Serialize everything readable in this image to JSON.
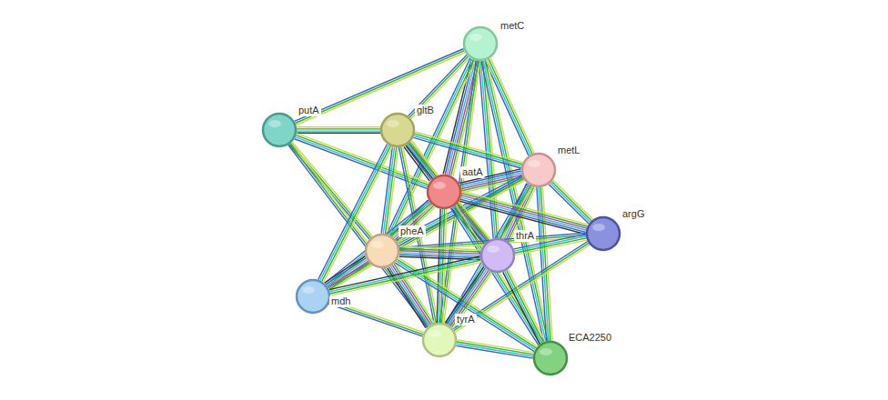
{
  "diagram": {
    "nodes": [
      {
        "text": [
          "metC"
        ]
      },
      {
        "text": [
          "putA"
        ]
      },
      {
        "text": [
          "gltB"
        ]
      },
      {
        "text": [
          "metL"
        ]
      },
      {
        "text": [
          "aatA"
        ]
      },
      {
        "text": [
          "argG"
        ]
      },
      {
        "text": [
          "pheA"
        ]
      },
      {
        "text": [
          "thrA"
        ]
      },
      {
        "text": [
          "mdh"
        ]
      },
      {
        "text": [
          "tyrA"
        ]
      },
      {
        "text": [
          "ECA2250"
        ]
      }
    ],
    "edges": [
      {
        "from": 0,
        "to": 1,
        "arrow": "none"
      },
      {
        "from": 0,
        "to": 2,
        "arrow": "none"
      },
      {
        "from": 0,
        "to": 3,
        "arrow": "none"
      },
      {
        "from": 0,
        "to": 4,
        "arrow": "none"
      },
      {
        "from": 0,
        "to": 6,
        "arrow": "none"
      },
      {
        "from": 0,
        "to": 7,
        "arrow": "none"
      },
      {
        "from": 0,
        "to": 9,
        "arrow": "none"
      },
      {
        "from": 0,
        "to": 10,
        "arrow": "none"
      },
      {
        "from": 1,
        "to": 2,
        "arrow": "none"
      },
      {
        "from": 1,
        "to": 4,
        "arrow": "none"
      },
      {
        "from": 1,
        "to": 6,
        "arrow": "none"
      },
      {
        "from": 1,
        "to": 9,
        "arrow": "none"
      },
      {
        "from": 2,
        "to": 4,
        "arrow": "none"
      },
      {
        "from": 2,
        "to": 3,
        "arrow": "none"
      },
      {
        "from": 2,
        "to": 6,
        "arrow": "none"
      },
      {
        "from": 2,
        "to": 7,
        "arrow": "none"
      },
      {
        "from": 2,
        "to": 8,
        "arrow": "none"
      },
      {
        "from": 2,
        "to": 9,
        "arrow": "none"
      },
      {
        "from": 3,
        "to": 4,
        "arrow": "none"
      },
      {
        "from": 3,
        "to": 5,
        "arrow": "none"
      },
      {
        "from": 3,
        "to": 6,
        "arrow": "none"
      },
      {
        "from": 3,
        "to": 7,
        "arrow": "none"
      },
      {
        "from": 3,
        "to": 8,
        "arrow": "none"
      },
      {
        "from": 3,
        "to": 9,
        "arrow": "none"
      },
      {
        "from": 3,
        "to": 10,
        "arrow": "none"
      },
      {
        "from": 4,
        "to": 5,
        "arrow": "none"
      },
      {
        "from": 4,
        "to": 6,
        "arrow": "none"
      },
      {
        "from": 4,
        "to": 7,
        "arrow": "none"
      },
      {
        "from": 4,
        "to": 8,
        "arrow": "none"
      },
      {
        "from": 4,
        "to": 9,
        "arrow": "none"
      },
      {
        "from": 4,
        "to": 10,
        "arrow": "none"
      },
      {
        "from": 5,
        "to": 6,
        "arrow": "none"
      },
      {
        "from": 5,
        "to": 7,
        "arrow": "none"
      },
      {
        "from": 5,
        "to": 9,
        "arrow": "none"
      },
      {
        "from": 6,
        "to": 7,
        "arrow": "none"
      },
      {
        "from": 6,
        "to": 8,
        "arrow": "none"
      },
      {
        "from": 6,
        "to": 9,
        "arrow": "none"
      },
      {
        "from": 6,
        "to": 10,
        "arrow": "none"
      },
      {
        "from": 7,
        "to": 8,
        "arrow": "none"
      },
      {
        "from": 7,
        "to": 9,
        "arrow": "none"
      },
      {
        "from": 7,
        "to": 10,
        "arrow": "none"
      },
      {
        "from": 8,
        "to": 9,
        "arrow": "none"
      },
      {
        "from": 9,
        "to": 10,
        "arrow": "none"
      }
    ]
  }
}
